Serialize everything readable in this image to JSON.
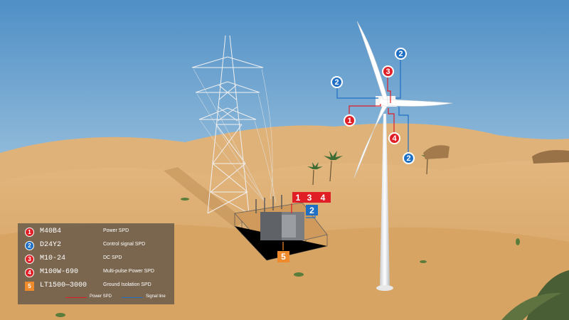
{
  "badges": {
    "b1": "1",
    "b2a": "2",
    "b2b": "2",
    "b2c": "2",
    "b3": "3",
    "b4": "4",
    "sq1": "1",
    "sq3": "3",
    "sq4": "4",
    "sq2": "2",
    "sq5": "5"
  },
  "legend": {
    "items": [
      {
        "num": "1",
        "code": "M40B4",
        "desc": "Power SPD",
        "color": "#e01e26"
      },
      {
        "num": "2",
        "code": "D24Y2",
        "desc": "Control signal SPD",
        "color": "#1f6fc4"
      },
      {
        "num": "3",
        "code": "M10-24",
        "desc": "DC SPD",
        "color": "#e01e26"
      },
      {
        "num": "4",
        "code": "M100W-690",
        "desc": "Multi-pulse Power SPD",
        "color": "#e01e26"
      },
      {
        "num": "5",
        "code": "LT1500—3000",
        "desc": "Ground Isolation SPD",
        "color": "#ef8b2c"
      }
    ],
    "power_key": "Power SPD",
    "signal_key": "Signal line",
    "power_color": "#e01e26",
    "signal_color": "#1f6fc4"
  }
}
